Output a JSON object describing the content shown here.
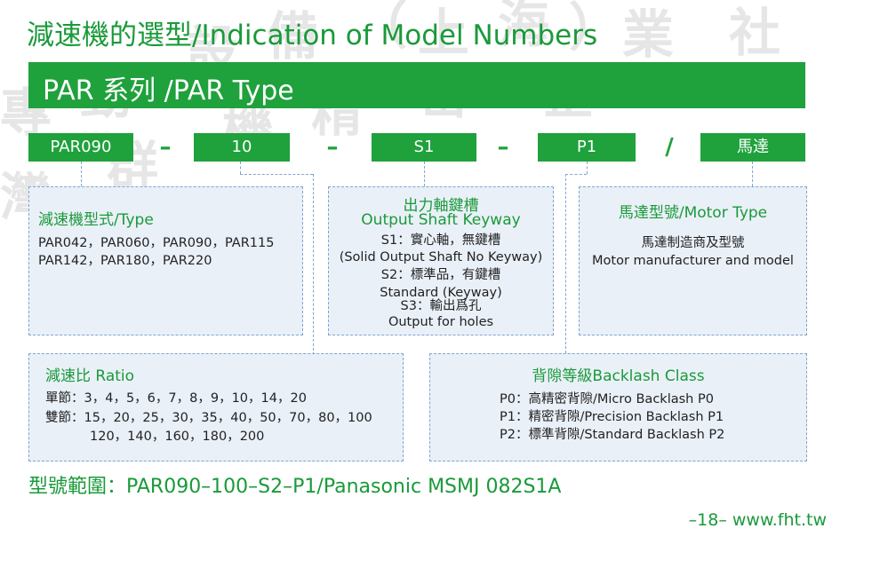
{
  "page_title": "減速機的選型/Indication of Model Numbers",
  "banner": "PAR 系列 /PAR Type",
  "code_parts": {
    "type": "PAR090",
    "sep1": "–",
    "ratio": "10",
    "sep2": "–",
    "shaft": "S1",
    "sep3": "–",
    "backlash": "P1",
    "sep4": "/",
    "motor": "馬達"
  },
  "type_box": {
    "heading": "減速機型式/Type",
    "line1": "PAR042，PAR060，PAR090，PAR115",
    "line2": "PAR142，PAR180，PAR220"
  },
  "shaft_box": {
    "heading_zh": "出力軸鍵槽",
    "heading_en": "Output Shaft Keyway",
    "s1_zh": "S1：實心軸，無鍵槽",
    "s1_en": "(Solid Output Shaft No Keyway)",
    "s2_zh": "S2：標準品，有鍵槽",
    "s2_en": "Standard (Keyway)",
    "s3_zh": "S3：輸出爲孔",
    "s3_en": "Output for holes"
  },
  "motor_box": {
    "heading": "馬達型號/Motor Type",
    "line_zh": "馬達制造商及型號",
    "line_en": "Motor manufacturer and model"
  },
  "ratio_box": {
    "heading": "減速比 Ratio",
    "single": "單節：3，4，5，6，7，8，9，10，14，20",
    "double1": "雙節：15，20，25，30，35，40，50，70，80，100",
    "double2": "120，140，160，180，200"
  },
  "backlash_box": {
    "heading": "背隙等級Backlash Class",
    "p0": "P0：高精密背隙/Micro Backlash P0",
    "p1": "P1：精密背隙/Precision Backlash P1",
    "p2": "P2：標準背隙/Standard Backlash P2"
  },
  "example": "型號範圍：PAR090–100–S2–P1/Panasonic MSMJ 082S1A",
  "footer": "–18–  www.fht.tw",
  "watermark_text": [
    "專",
    "勤",
    "設",
    "備",
    "（",
    "上",
    "海",
    "）",
    "業",
    "社",
    "灣",
    "群",
    "機",
    "精",
    "密",
    "企"
  ],
  "colors": {
    "green": "#1fa13c",
    "text_green": "#1a9a3a",
    "box_fill": "#eaf0f8",
    "box_border": "#7ea6cf"
  }
}
